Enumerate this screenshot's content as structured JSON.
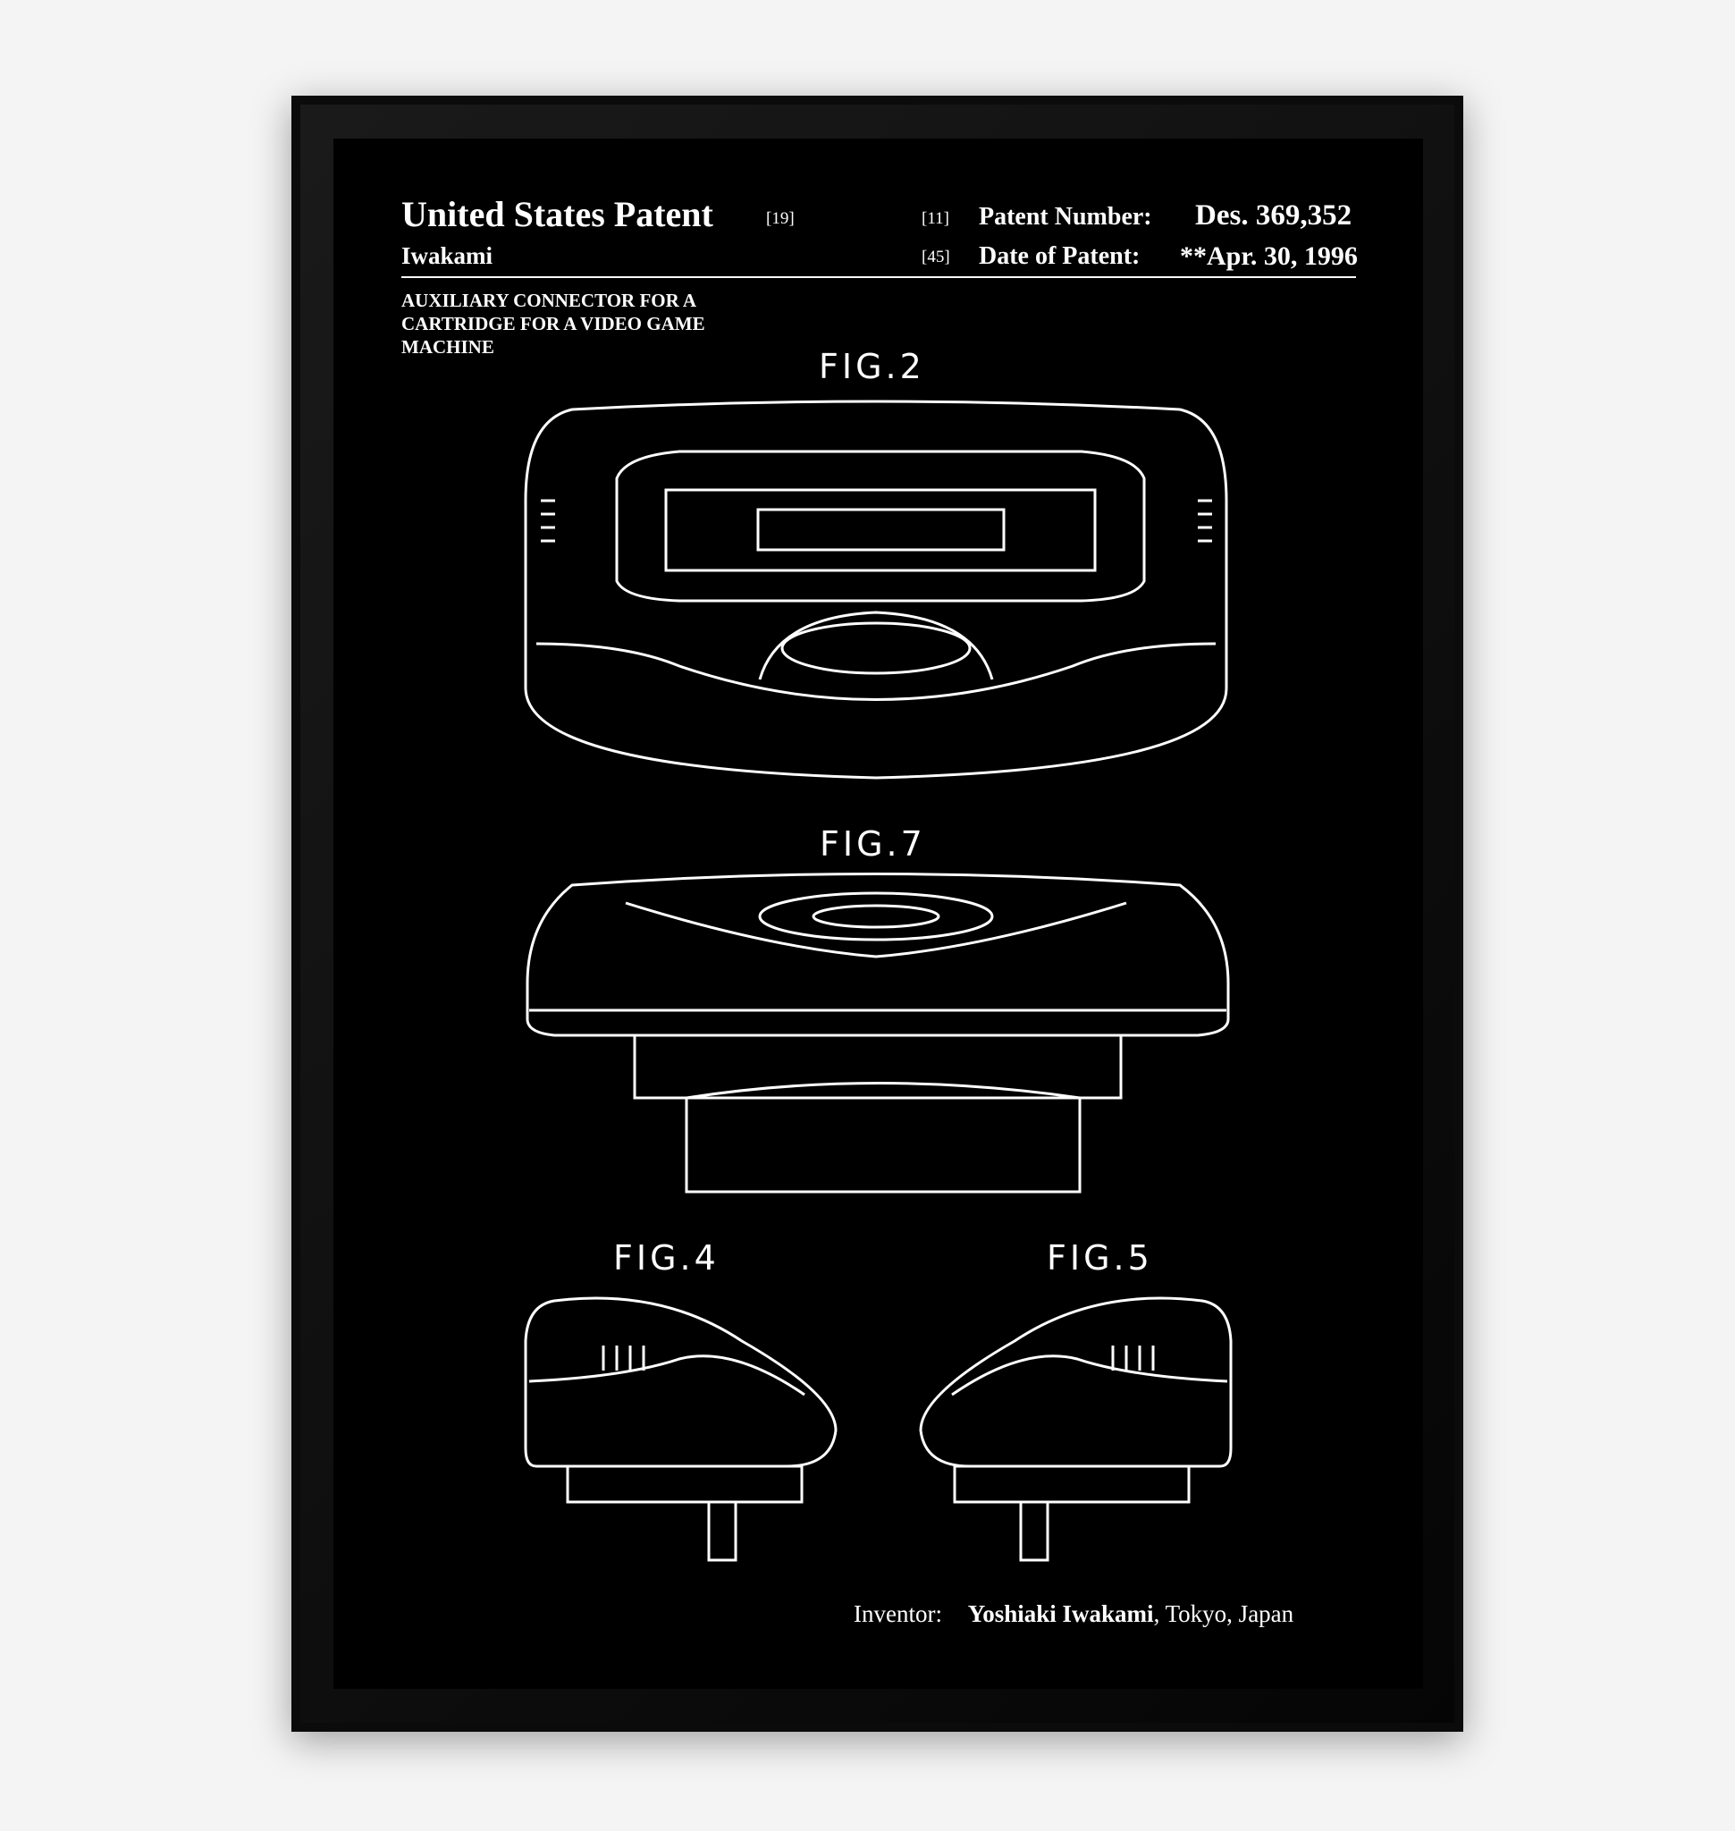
{
  "header": {
    "title": "United States Patent",
    "title_code": "[19]",
    "inventor_short": "Iwakami",
    "patent_number_code": "[11]",
    "patent_number_label": "Patent Number:",
    "patent_number": "Des. 369,352",
    "date_code": "[45]",
    "date_label": "Date of Patent:",
    "date": "**Apr. 30, 1996"
  },
  "invention_title": [
    "AUXILIARY CONNECTOR FOR A",
    "CARTRIDGE FOR A VIDEO GAME",
    "MACHINE"
  ],
  "figures": {
    "fig2": "FIG.2",
    "fig7": "FIG.7",
    "fig4": "FIG.4",
    "fig5": "FIG.5"
  },
  "footer": {
    "inventor_label": "Inventor:",
    "inventor_name": "Yoshiaki Iwakami",
    "inventor_location": ", Tokyo, Japan"
  }
}
